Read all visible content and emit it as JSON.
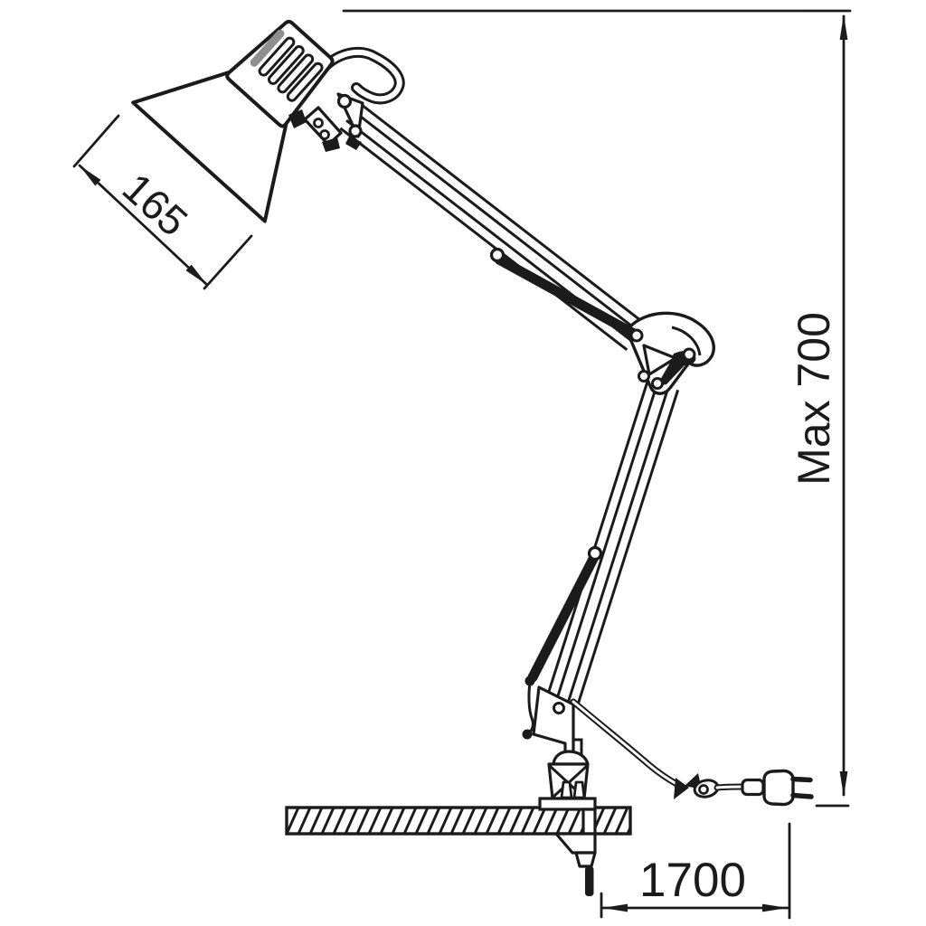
{
  "diagram": {
    "subject": "Swing-arm architect desk lamp with table clamp - dimensional line drawing",
    "labels": {
      "shade_width": "165",
      "max_height": "Max 700",
      "cord_length": "1700"
    },
    "colors": {
      "ink": "#1b1b1b",
      "background": "#ffffff",
      "vent_fill": "#8f8f8f"
    }
  }
}
